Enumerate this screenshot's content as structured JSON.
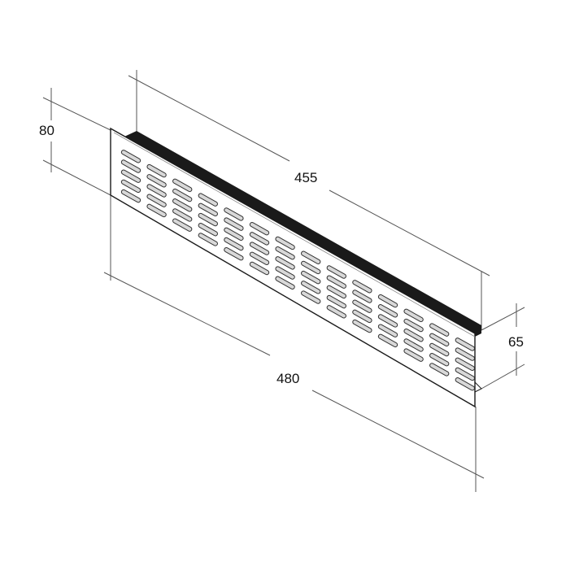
{
  "drawing": {
    "title": "Ventilation grille dimension drawing",
    "units": "mm",
    "colors": {
      "line": "#1a1a1a",
      "dimension_line": "#555555",
      "plate_fill": "#ffffff",
      "top_flange": "#1a1a1a",
      "slot_fill": "#d8d8d8",
      "slot_stroke": "#333333"
    },
    "slots": {
      "columns": 14,
      "rows": 5
    }
  },
  "dimensions": {
    "height_front": {
      "value": "80",
      "label": "80"
    },
    "depth_length": {
      "value": "455",
      "label": "455"
    },
    "overall_length": {
      "value": "480",
      "label": "480"
    },
    "depth_height": {
      "value": "65",
      "label": "65"
    }
  }
}
